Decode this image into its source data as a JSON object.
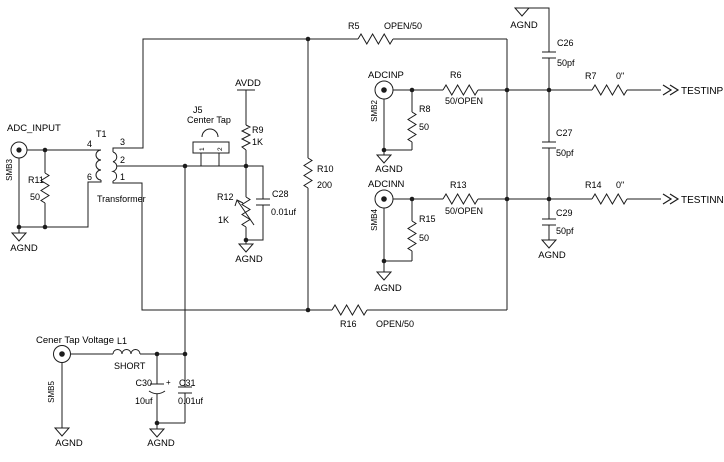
{
  "colors": {
    "wire": "#1c1c1c",
    "text": "#000000",
    "background": "#ffffff"
  },
  "nets": {
    "agnd": "AGND",
    "avdd": "AVDD",
    "testinp": "TESTINP",
    "testinn": "TESTINN"
  },
  "connectors": {
    "adc_input": {
      "label": "ADC_INPUT",
      "refdes": "SMB3"
    },
    "adcinp": {
      "label": "ADCINP",
      "refdes": "SMB2"
    },
    "adcinn": {
      "label": "ADCINN",
      "refdes": "SMB4"
    },
    "center_tap": {
      "label": "Cener Tap Voltage",
      "refdes": "SMB5"
    }
  },
  "transformer": {
    "ref": "T1",
    "value": "Transformer",
    "pin4": "4",
    "pin3": "3",
    "pin2": "2",
    "pin6": "6",
    "pin1": "1"
  },
  "jumper": {
    "ref": "J5",
    "value": "Center Tap",
    "pin1": "1",
    "pin2": "2"
  },
  "resistors": {
    "r5": {
      "ref": "R5",
      "value": "OPEN/50"
    },
    "r6": {
      "ref": "R6",
      "value": "50/OPEN"
    },
    "r7": {
      "ref": "R7",
      "value": "0\""
    },
    "r8": {
      "ref": "R8",
      "value": "50"
    },
    "r9": {
      "ref": "R9",
      "value": "1K"
    },
    "r10": {
      "ref": "R10",
      "value": "200"
    },
    "r11": {
      "ref": "R11",
      "value": "50"
    },
    "r12": {
      "ref": "R12",
      "value": "1K"
    },
    "r13": {
      "ref": "R13",
      "value": "50/OPEN"
    },
    "r14": {
      "ref": "R14",
      "value": "0\""
    },
    "r15": {
      "ref": "R15",
      "value": "50"
    },
    "r16": {
      "ref": "R16",
      "value": "OPEN/50"
    }
  },
  "capacitors": {
    "c26": {
      "ref": "C26",
      "value": "50pf"
    },
    "c27": {
      "ref": "C27",
      "value": "50pf"
    },
    "c28": {
      "ref": "C28",
      "value": "0.01uf"
    },
    "c29": {
      "ref": "C29",
      "value": "50pf"
    },
    "c30": {
      "ref": "C30",
      "value": "10uf",
      "polarity": "+"
    },
    "c31": {
      "ref": "C31",
      "value": "0.01uf"
    }
  },
  "inductors": {
    "l1": {
      "ref": "L1",
      "value": "SHORT"
    }
  }
}
